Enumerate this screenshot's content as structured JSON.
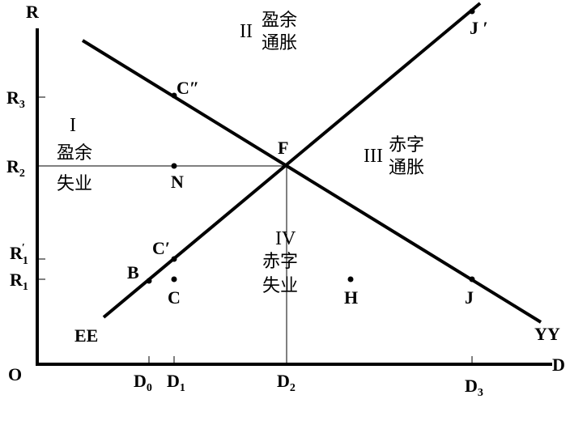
{
  "axes": {
    "y_label": "R",
    "x_label": "D",
    "origin": "O"
  },
  "y_ticks": [
    {
      "main": "R",
      "sub": "3",
      "prime": ""
    },
    {
      "main": "R",
      "sub": "2",
      "prime": ""
    },
    {
      "main": "R",
      "sub": "1",
      "prime": "′"
    },
    {
      "main": "R",
      "sub": "1",
      "prime": ""
    }
  ],
  "x_ticks": [
    {
      "main": "D",
      "sub": "0"
    },
    {
      "main": "D",
      "sub": "1"
    },
    {
      "main": "D",
      "sub": "2"
    },
    {
      "main": "D",
      "sub": "3"
    }
  ],
  "curves": {
    "ee": "EE",
    "yy": "YY"
  },
  "points": {
    "c2": "C″",
    "n": "N",
    "c1": "C′",
    "b": "B",
    "c": "C",
    "f": "F",
    "h": "H",
    "j": "J",
    "j1": "J ′"
  },
  "regions": [
    {
      "numeral": "I",
      "line1": "盈余",
      "line2": "失业"
    },
    {
      "numeral": "II",
      "line1": "盈余",
      "line2": "通胀"
    },
    {
      "numeral": "III",
      "line1": "赤字",
      "line2": "通胀"
    },
    {
      "numeral": "IV",
      "line1": "赤字",
      "line2": "失业"
    }
  ]
}
